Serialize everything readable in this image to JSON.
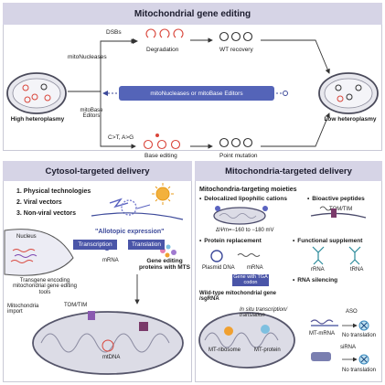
{
  "top": {
    "title": "Mitochondrial gene editing",
    "dsbs": "DSBs",
    "mitonucleases": "mitoNucleases",
    "degradation": "Degradation",
    "wt_recovery": "WT recovery",
    "high_het": "High heteroplasmy",
    "low_het": "Low heteroplasmy",
    "banner": "mitoNucleases or mitoBase Editors",
    "mitobase": "mitoBase Editors",
    "conversion": "C>T, A>G",
    "base_editing": "Base editing",
    "point_mutation": "Point mutation"
  },
  "left": {
    "title": "Cytosol-targeted delivery",
    "items": [
      "1. Physical technologies",
      "2. Viral vectors",
      "3. Non-viral vectors"
    ],
    "nucleus": "Nucleus",
    "allotopic": "\"Allotopic expression\"",
    "transcription": "Transcription",
    "translation": "Translation",
    "mrna": "mRNA",
    "transgene": "Transgene encoding mitochondrial gene editing tools",
    "proteins": "Gene editing proteins with MTS",
    "import": "Mitochondria import",
    "tomtim": "TOM/TIM",
    "mtdna": "mtDNA"
  },
  "right": {
    "title": "Mitochondria-targeted delivery",
    "moieties": "Mitochondria-targeting moieties",
    "cations": "Delocalized lipophilic cations",
    "potential": "ΔΨm=−160 to −180 mV",
    "peptides": "Bioactive peptides",
    "tomtim": "TOM/TIM",
    "replacement": "Protein replacement",
    "plasmid": "Plasmid DNA",
    "mrna": "mRNA",
    "gene_box": "Gene with TGA codon",
    "supplement": "Functional supplement",
    "rrna": "rRNA",
    "trna": "tRNA",
    "silencing": "RNA silencing",
    "wildtype": "Wild-type mitochondrial gene /sgRNA",
    "insitu": "In situ transcription/ translation",
    "ribosome": "MT-ribosome",
    "protein": "MT-protein",
    "aso": "ASO",
    "mt_mrna": "MT-mRNA",
    "no_trans1": "No translation",
    "sirna": "siRNA",
    "no_trans2": "No translation"
  },
  "colors": {
    "header_bg": "#d6d4e6",
    "accent_blue": "#3d4a9a",
    "accent_red": "#d9453a"
  }
}
